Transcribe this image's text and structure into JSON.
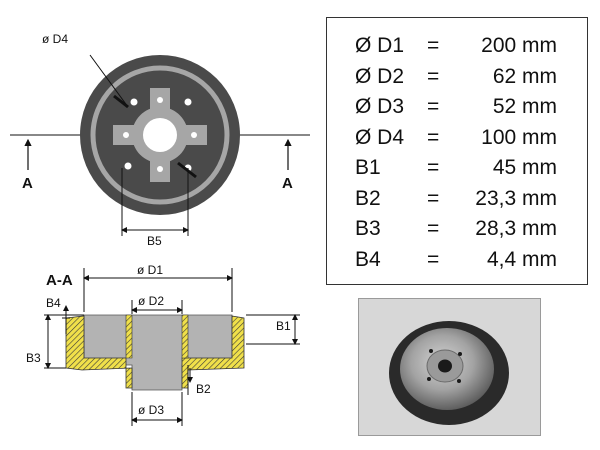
{
  "specs": [
    {
      "label": "Ø D1",
      "eq": "=",
      "value": "200 mm"
    },
    {
      "label": "Ø D2",
      "eq": "=",
      "value": "62 mm"
    },
    {
      "label": "Ø D3",
      "eq": "=",
      "value": "52 mm"
    },
    {
      "label": "Ø D4",
      "eq": "=",
      "value": "100 mm"
    },
    {
      "label": "B1",
      "eq": "=",
      "value": "45 mm"
    },
    {
      "label": "B2",
      "eq": "=",
      "value": "23,3 mm"
    },
    {
      "label": "B3",
      "eq": "=",
      "value": "28,3 mm"
    },
    {
      "label": "B4",
      "eq": "=",
      "value": "4,4 mm"
    }
  ],
  "drawing": {
    "top_view": {
      "d4_label": "ø D4",
      "b5_label": "B5",
      "section_mark_left": "A",
      "section_mark_right": "A"
    },
    "section_view": {
      "section_title": "A-A",
      "d1_label": "ø D1",
      "d2_label": "ø D2",
      "d3_label": "ø D3",
      "b1_label": "B1",
      "b2_label": "B2",
      "b3_label": "B3",
      "b4_label": "B4"
    }
  },
  "colors": {
    "drum_dark": "#4a4a4a",
    "drum_ring": "#a6a6a6",
    "hatch_yellow": "#f0e04a",
    "section_gray": "#b3b3b3"
  }
}
